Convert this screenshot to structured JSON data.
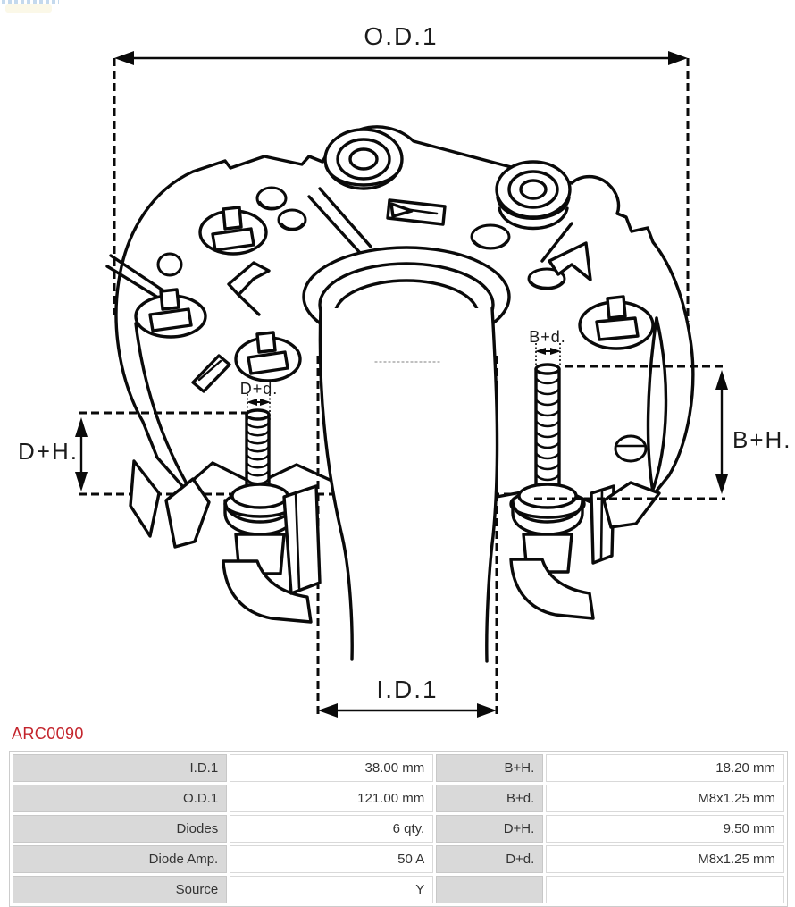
{
  "header": {
    "part_number": "ARC0090"
  },
  "drawing": {
    "labels": {
      "od1": "O.D.1",
      "id1": "I.D.1",
      "dh": "D+H.",
      "dd": "D+d.",
      "bh": "B+H.",
      "bd": "B+d."
    }
  },
  "colors": {
    "accent_red": "#c3232b",
    "line": "#0a0a0a",
    "label_cell_bg": "#d9d9d9"
  },
  "table": {
    "rows": [
      {
        "c1": "I.D.1",
        "c2": "38.00 mm",
        "c3": "B+H.",
        "c4": "18.20 mm"
      },
      {
        "c1": "O.D.1",
        "c2": "121.00 mm",
        "c3": "B+d.",
        "c4": "M8x1.25 mm"
      },
      {
        "c1": "Diodes",
        "c2": "6 qty.",
        "c3": "D+H.",
        "c4": "9.50 mm"
      },
      {
        "c1": "Diode Amp.",
        "c2": "50 A",
        "c3": "D+d.",
        "c4": "M8x1.25 mm"
      },
      {
        "c1": "Source",
        "c2": "Y",
        "c3": "",
        "c4": ""
      }
    ]
  }
}
